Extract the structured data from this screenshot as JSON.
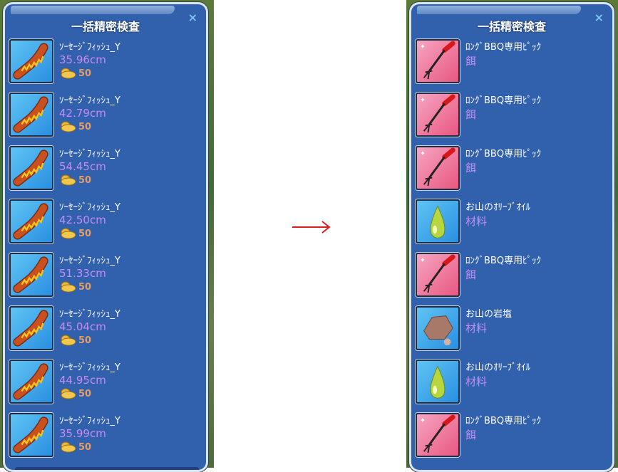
{
  "left_panel": {
    "title": "一括精密検査",
    "close": "×",
    "items": [
      {
        "name": "ｿｰｾｰｼﾞﾌｨｯｼｭ_Y",
        "size": "35.96cm",
        "coins": "50"
      },
      {
        "name": "ｿｰｾｰｼﾞﾌｨｯｼｭ_Y",
        "size": "42.79cm",
        "coins": "50"
      },
      {
        "name": "ｿｰｾｰｼﾞﾌｨｯｼｭ_Y",
        "size": "54.45cm",
        "coins": "50"
      },
      {
        "name": "ｿｰｾｰｼﾞﾌｨｯｼｭ_Y",
        "size": "42.50cm",
        "coins": "50"
      },
      {
        "name": "ｿｰｾｰｼﾞﾌｨｯｼｭ_Y",
        "size": "51.33cm",
        "coins": "50"
      },
      {
        "name": "ｿｰｾｰｼﾞﾌｨｯｼｭ_Y",
        "size": "45.04cm",
        "coins": "50"
      },
      {
        "name": "ｿｰｾｰｼﾞﾌｨｯｼｭ_Y",
        "size": "44.95cm",
        "coins": "50"
      },
      {
        "name": "ｿｰｾｰｼﾞﾌｨｯｼｭ_Y",
        "size": "35.99cm",
        "coins": "50"
      }
    ]
  },
  "right_panel": {
    "title": "一括精密検査",
    "close": "×",
    "items": [
      {
        "name": "ﾛﾝｸﾞBBQ専用ﾋﾟｯｸ",
        "category": "餌",
        "icon": "bbq-pick"
      },
      {
        "name": "ﾛﾝｸﾞBBQ専用ﾋﾟｯｸ",
        "category": "餌",
        "icon": "bbq-pick"
      },
      {
        "name": "ﾛﾝｸﾞBBQ専用ﾋﾟｯｸ",
        "category": "餌",
        "icon": "bbq-pick"
      },
      {
        "name": "お山のｵﾘｰﾌﾞｵｲﾙ",
        "category": "材料",
        "icon": "olive-oil"
      },
      {
        "name": "ﾛﾝｸﾞBBQ専用ﾋﾟｯｸ",
        "category": "餌",
        "icon": "bbq-pick"
      },
      {
        "name": "お山の岩塩",
        "category": "材料",
        "icon": "rock-salt"
      },
      {
        "name": "お山のｵﾘｰﾌﾞｵｲﾙ",
        "category": "材料",
        "icon": "olive-oil"
      },
      {
        "name": "ﾛﾝｸﾞBBQ専用ﾋﾟｯｸ",
        "category": "餌",
        "icon": "bbq-pick"
      }
    ]
  },
  "arrow_color": "#d42020"
}
